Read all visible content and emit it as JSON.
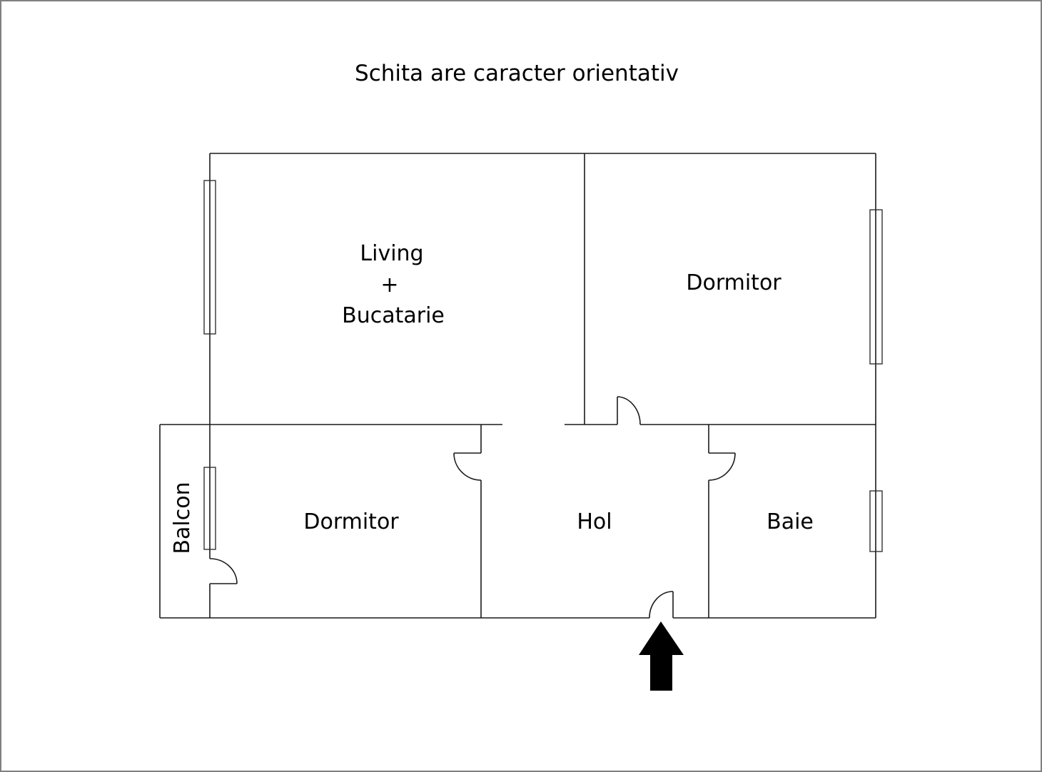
{
  "title": "Schita are caracter orientativ",
  "rooms": {
    "living": {
      "line1": "Living",
      "line2": "+",
      "line3": "Bucatarie"
    },
    "bedroom_right": {
      "label": "Dormitor"
    },
    "bedroom_left": {
      "label": "Dormitor"
    },
    "hall": {
      "label": "Hol"
    },
    "bathroom": {
      "label": "Baie"
    },
    "balcony": {
      "label": "Balcon"
    }
  },
  "entrance_arrow": {
    "icon": "arrow-up-icon",
    "color": "#000000"
  },
  "colors": {
    "frame": "#808080",
    "wall": "#1a1a1a",
    "background": "#ffffff"
  }
}
